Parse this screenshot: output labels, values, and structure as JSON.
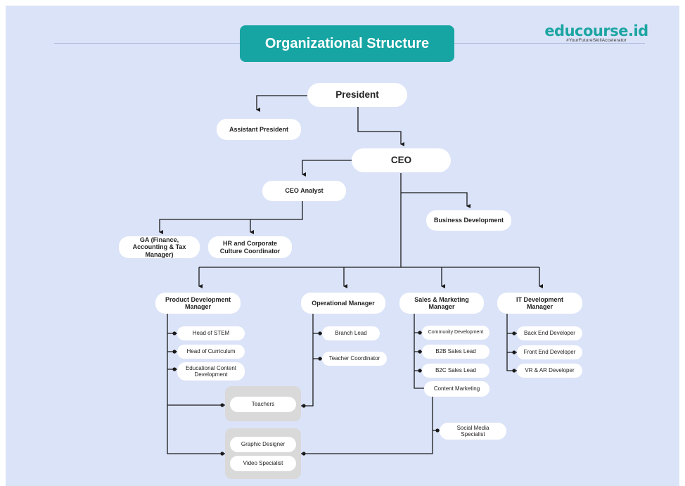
{
  "header": {
    "title": "Organizational Structure",
    "logo_text": "educourse.id",
    "logo_tagline": "#YourFutureSkillAccelerator"
  },
  "colors": {
    "accent": "#17a5a3",
    "background": "#dbe3f8",
    "node": "#ffffff",
    "group": "#d9d9d9",
    "line": "#1a1a1a"
  },
  "nodes": {
    "president": "President",
    "assistant_president": "Assistant President",
    "ceo": "CEO",
    "ceo_analyst": "CEO Analyst",
    "business_development": "Business Development",
    "ga": "GA (Finance, Accounting & Tax Manager)",
    "hr": "HR and Corporate Culture Coordinator",
    "product_dev_manager": "Product Development Manager",
    "operational_manager": "Operational Manager",
    "sales_marketing_manager": "Sales & Marketing Manager",
    "it_dev_manager": "IT Development Manager",
    "head_stem": "Head of STEM",
    "head_curriculum": "Head of Curriculum",
    "edu_content_dev": "Educational Content Development",
    "branch_lead": "Branch Lead",
    "teacher_coordinator": "Teacher Coordinator",
    "community_dev": "Community Development",
    "b2b_sales": "B2B Sales Lead",
    "b2c_sales": "B2C Sales Lead",
    "content_marketing": "Content Marketing",
    "social_media": "Social Media Specialist",
    "back_end": "Back End Developer",
    "front_end": "Front End Developer",
    "vr_ar": "VR & AR Developer",
    "teachers": "Teachers",
    "graphic_designer": "Graphic Designer",
    "video_specialist": "Video Specialist"
  }
}
